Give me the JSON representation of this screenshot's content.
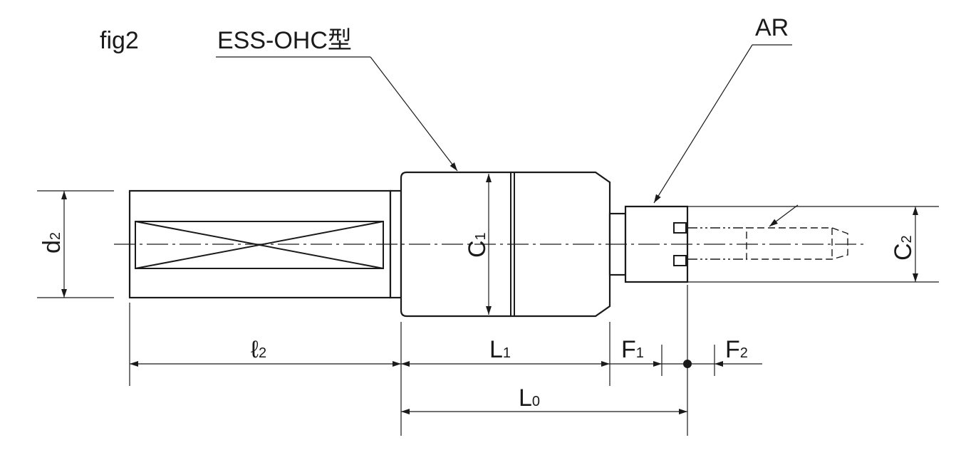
{
  "figure": {
    "label": "fig2",
    "model_callout": "ESS-OHC型",
    "part_callout": "AR"
  },
  "dimensions": {
    "d2": {
      "main": "d",
      "sub": "2"
    },
    "c1": {
      "main": "C",
      "sub": "1"
    },
    "c2": {
      "main": "C",
      "sub": "2"
    },
    "l2": {
      "main": "ℓ",
      "sub": "2"
    },
    "L1": {
      "main": "L",
      "sub": "1"
    },
    "F1": {
      "main": "F",
      "sub": "1"
    },
    "F2": {
      "main": "F",
      "sub": "2"
    },
    "L0": {
      "main": "L",
      "sub": "0"
    }
  },
  "colors": {
    "ink": "#1a1a1a",
    "background": "#ffffff"
  }
}
